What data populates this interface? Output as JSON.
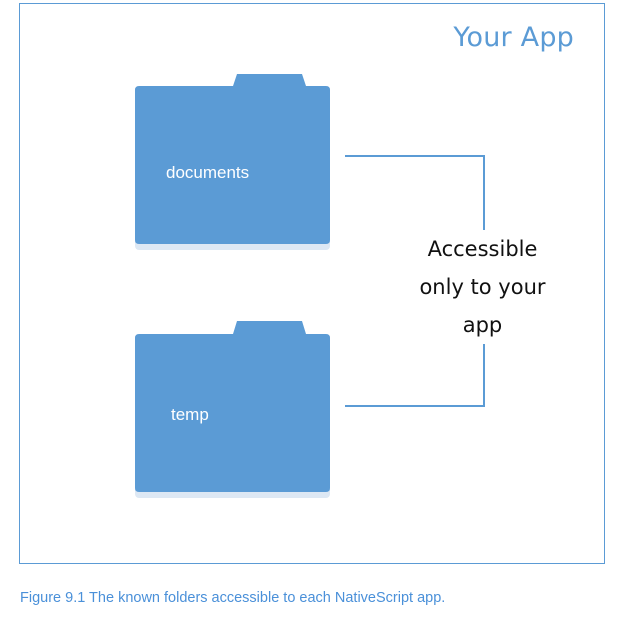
{
  "diagram": {
    "app_title": "Your App",
    "folders": [
      {
        "label": "documents",
        "icon": "folder-icon"
      },
      {
        "label": "temp",
        "icon": "folder-icon"
      }
    ],
    "access_note": {
      "lines": [
        "Accessible",
        "only to your",
        "app"
      ]
    },
    "colors": {
      "frame": "#5b9bd5",
      "folder_fill": "#5b9bd5",
      "folder_shadow": "#dde8f4",
      "connector": "#5b9bd5",
      "title": "#5b9bd5",
      "caption": "#4a90d9"
    }
  },
  "caption": "Figure 9.1 The known folders accessible to each NativeScript app."
}
